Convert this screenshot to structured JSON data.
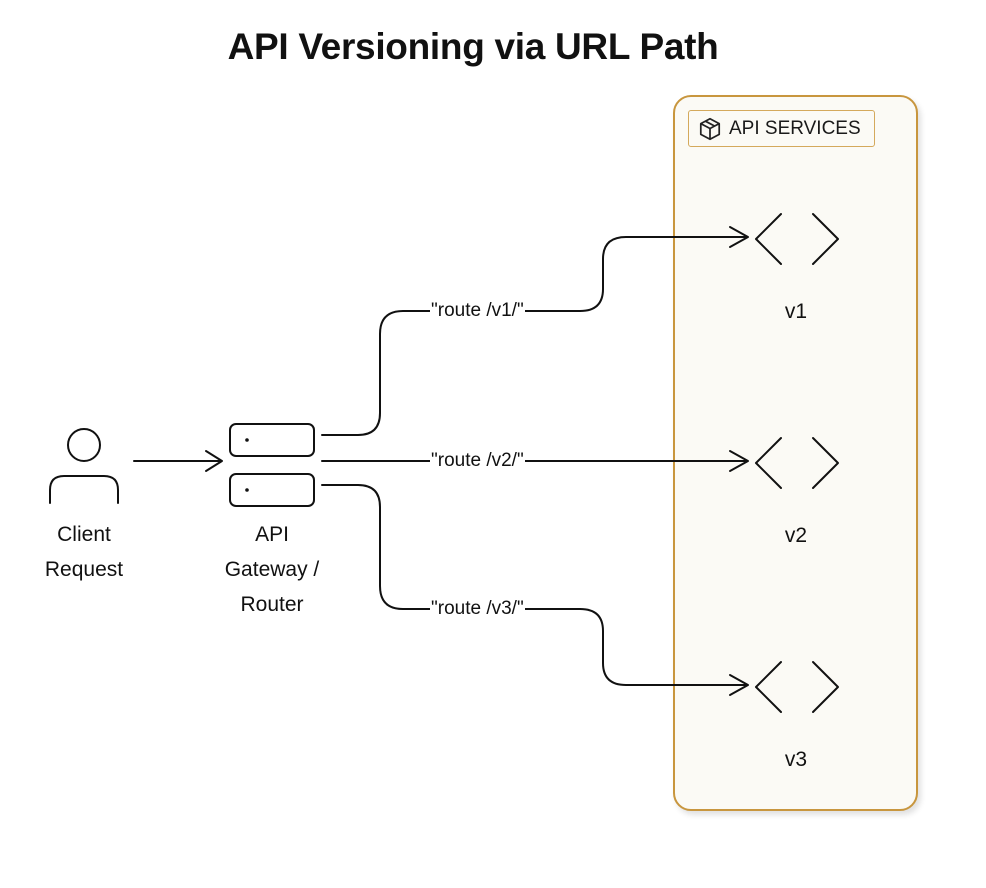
{
  "title": "API Versioning via URL Path",
  "group": {
    "label": "API SERVICES",
    "icon": "package-icon"
  },
  "nodes": {
    "client": {
      "label_line1": "Client",
      "label_line2": "Request",
      "icon": "user-icon"
    },
    "gateway": {
      "label_line1": "API",
      "label_line2": "Gateway /",
      "label_line3": "Router",
      "icon": "server-icon"
    },
    "v1": {
      "label": "v1",
      "icon": "code-brackets-icon"
    },
    "v2": {
      "label": "v2",
      "icon": "code-brackets-icon"
    },
    "v3": {
      "label": "v3",
      "icon": "code-brackets-icon"
    }
  },
  "edges": {
    "client_to_gateway": "",
    "gateway_to_v1": "\"route /v1/\"",
    "gateway_to_v2": "\"route /v2/\"",
    "gateway_to_v3": "\"route /v3/\""
  },
  "colors": {
    "group_border": "#c8963e",
    "group_fill": "#fbfaf5",
    "stroke": "#111111"
  }
}
